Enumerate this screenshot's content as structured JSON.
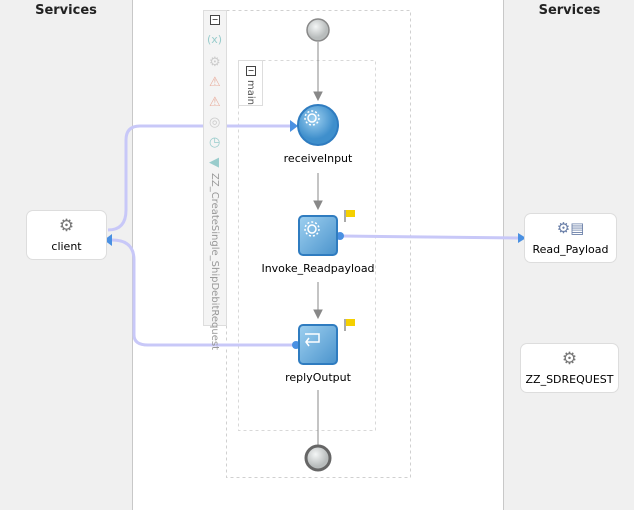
{
  "left_panel": {
    "title": "Services",
    "services": [
      {
        "label": "client",
        "icon": "gear-adapter-icon"
      }
    ]
  },
  "right_panel": {
    "title": "Services",
    "services": [
      {
        "label": "Read_Payload",
        "icon": "file-adapter-icon"
      },
      {
        "label": "ZZ_SDREQUEST",
        "icon": "gear-adapter-icon"
      }
    ]
  },
  "process": {
    "name": "ZZ_CreateSingle_ShipDebitRequest",
    "scope": "main",
    "activities": [
      {
        "label": "receiveInput",
        "type": "receive"
      },
      {
        "label": "Invoke_Readpayload",
        "type": "invoke"
      },
      {
        "label": "replyOutput",
        "type": "reply"
      }
    ],
    "toolbar_icons": [
      "collapse-icon",
      "variables-icon",
      "partner-link-icon",
      "fault-handler-icon",
      "catch-all-icon",
      "compensation-icon",
      "event-handler-icon",
      "correlation-icon"
    ]
  },
  "colors": {
    "connector": "#c8c8f8",
    "activity": "#5ea3d6",
    "arrow": "#4a90e2"
  }
}
